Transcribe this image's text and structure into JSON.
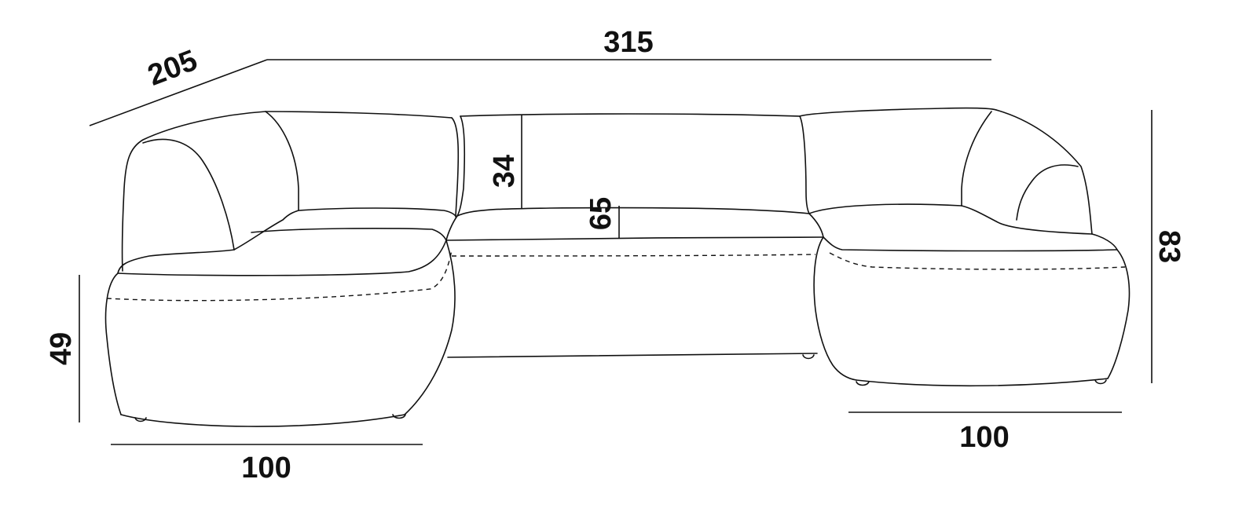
{
  "diagram": {
    "subject": "u-shaped-sofa",
    "line_color": "#111111",
    "background": "#ffffff",
    "dimensions": {
      "depth": "205",
      "width": "315",
      "backrest_height": "34",
      "seat_depth": "65",
      "total_height": "83",
      "seat_height": "49",
      "left_chaise_width": "100",
      "right_chaise_width": "100"
    }
  }
}
